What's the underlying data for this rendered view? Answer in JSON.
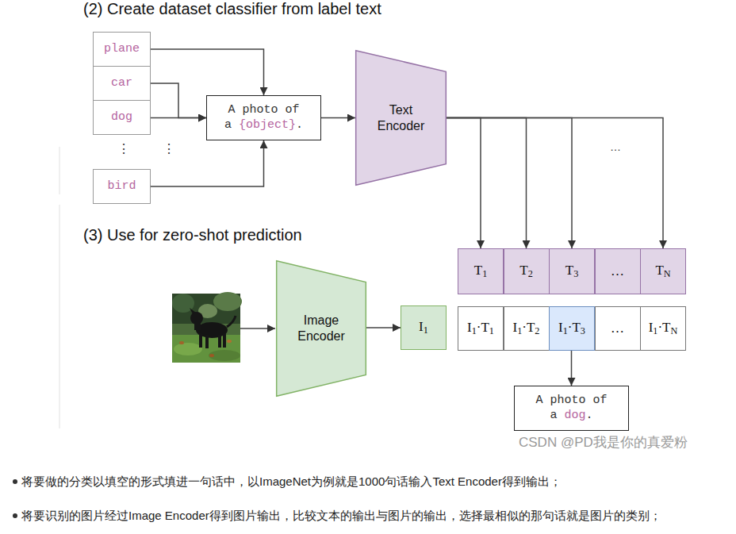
{
  "diagram": {
    "title": "(2) Create dataset classifier from label text",
    "nodes": [
      {
        "text": [
          "plane"
        ]
      },
      {
        "text": [
          "car"
        ]
      },
      {
        "text": [
          "dog"
        ]
      },
      {
        "text": [
          "bird"
        ]
      },
      {
        "text": [
          "A photo of a {object}."
        ]
      },
      {
        "text": [
          "Text Encoder"
        ]
      },
      {
        "text": [
          "T1"
        ]
      },
      {
        "text": [
          "T2"
        ]
      },
      {
        "text": [
          "T3"
        ]
      },
      {
        "text": [
          "…"
        ]
      },
      {
        "text": [
          "TN"
        ]
      },
      {
        "text": [
          "Image Encoder"
        ]
      },
      {
        "text": [
          "I1"
        ]
      },
      {
        "text": [
          "I1·T1"
        ]
      },
      {
        "text": [
          "I1·T2"
        ]
      },
      {
        "text": [
          "I1·T3"
        ]
      },
      {
        "text": [
          "…"
        ]
      },
      {
        "text": [
          "I1·TN"
        ]
      },
      {
        "text": [
          "A photo of a dog."
        ]
      }
    ],
    "edges": [
      {
        "from": 0,
        "to": 4,
        "arrow": "to"
      },
      {
        "from": 1,
        "to": 4,
        "arrow": "to"
      },
      {
        "from": 2,
        "to": 4,
        "arrow": "to"
      },
      {
        "from": 3,
        "to": 4,
        "arrow": "to"
      },
      {
        "from": 4,
        "to": 5,
        "arrow": "to"
      },
      {
        "from": 5,
        "to": 6,
        "arrow": "to"
      },
      {
        "from": 5,
        "to": 7,
        "arrow": "to"
      },
      {
        "from": 5,
        "to": 8,
        "arrow": "to"
      },
      {
        "from": 5,
        "to": 10,
        "arrow": "to"
      },
      {
        "from": 11,
        "to": 12,
        "arrow": "to"
      },
      {
        "from": 15,
        "to": 18,
        "arrow": "to"
      }
    ],
    "labels": [
      "(3) Use for zero-shot prediction",
      "⋮",
      "⋮",
      "…",
      "CSDN @PD我是你的真爱粉",
      "将要做的分类以填空的形式填进一句话中，以ImageNet为例就是1000句话输入Text Encoder得到输出；",
      "将要识别的图片经过Image Encoder得到图片输出，比较文本的输出与图片的输出，选择最相似的那句话就是图片的类别；"
    ]
  }
}
